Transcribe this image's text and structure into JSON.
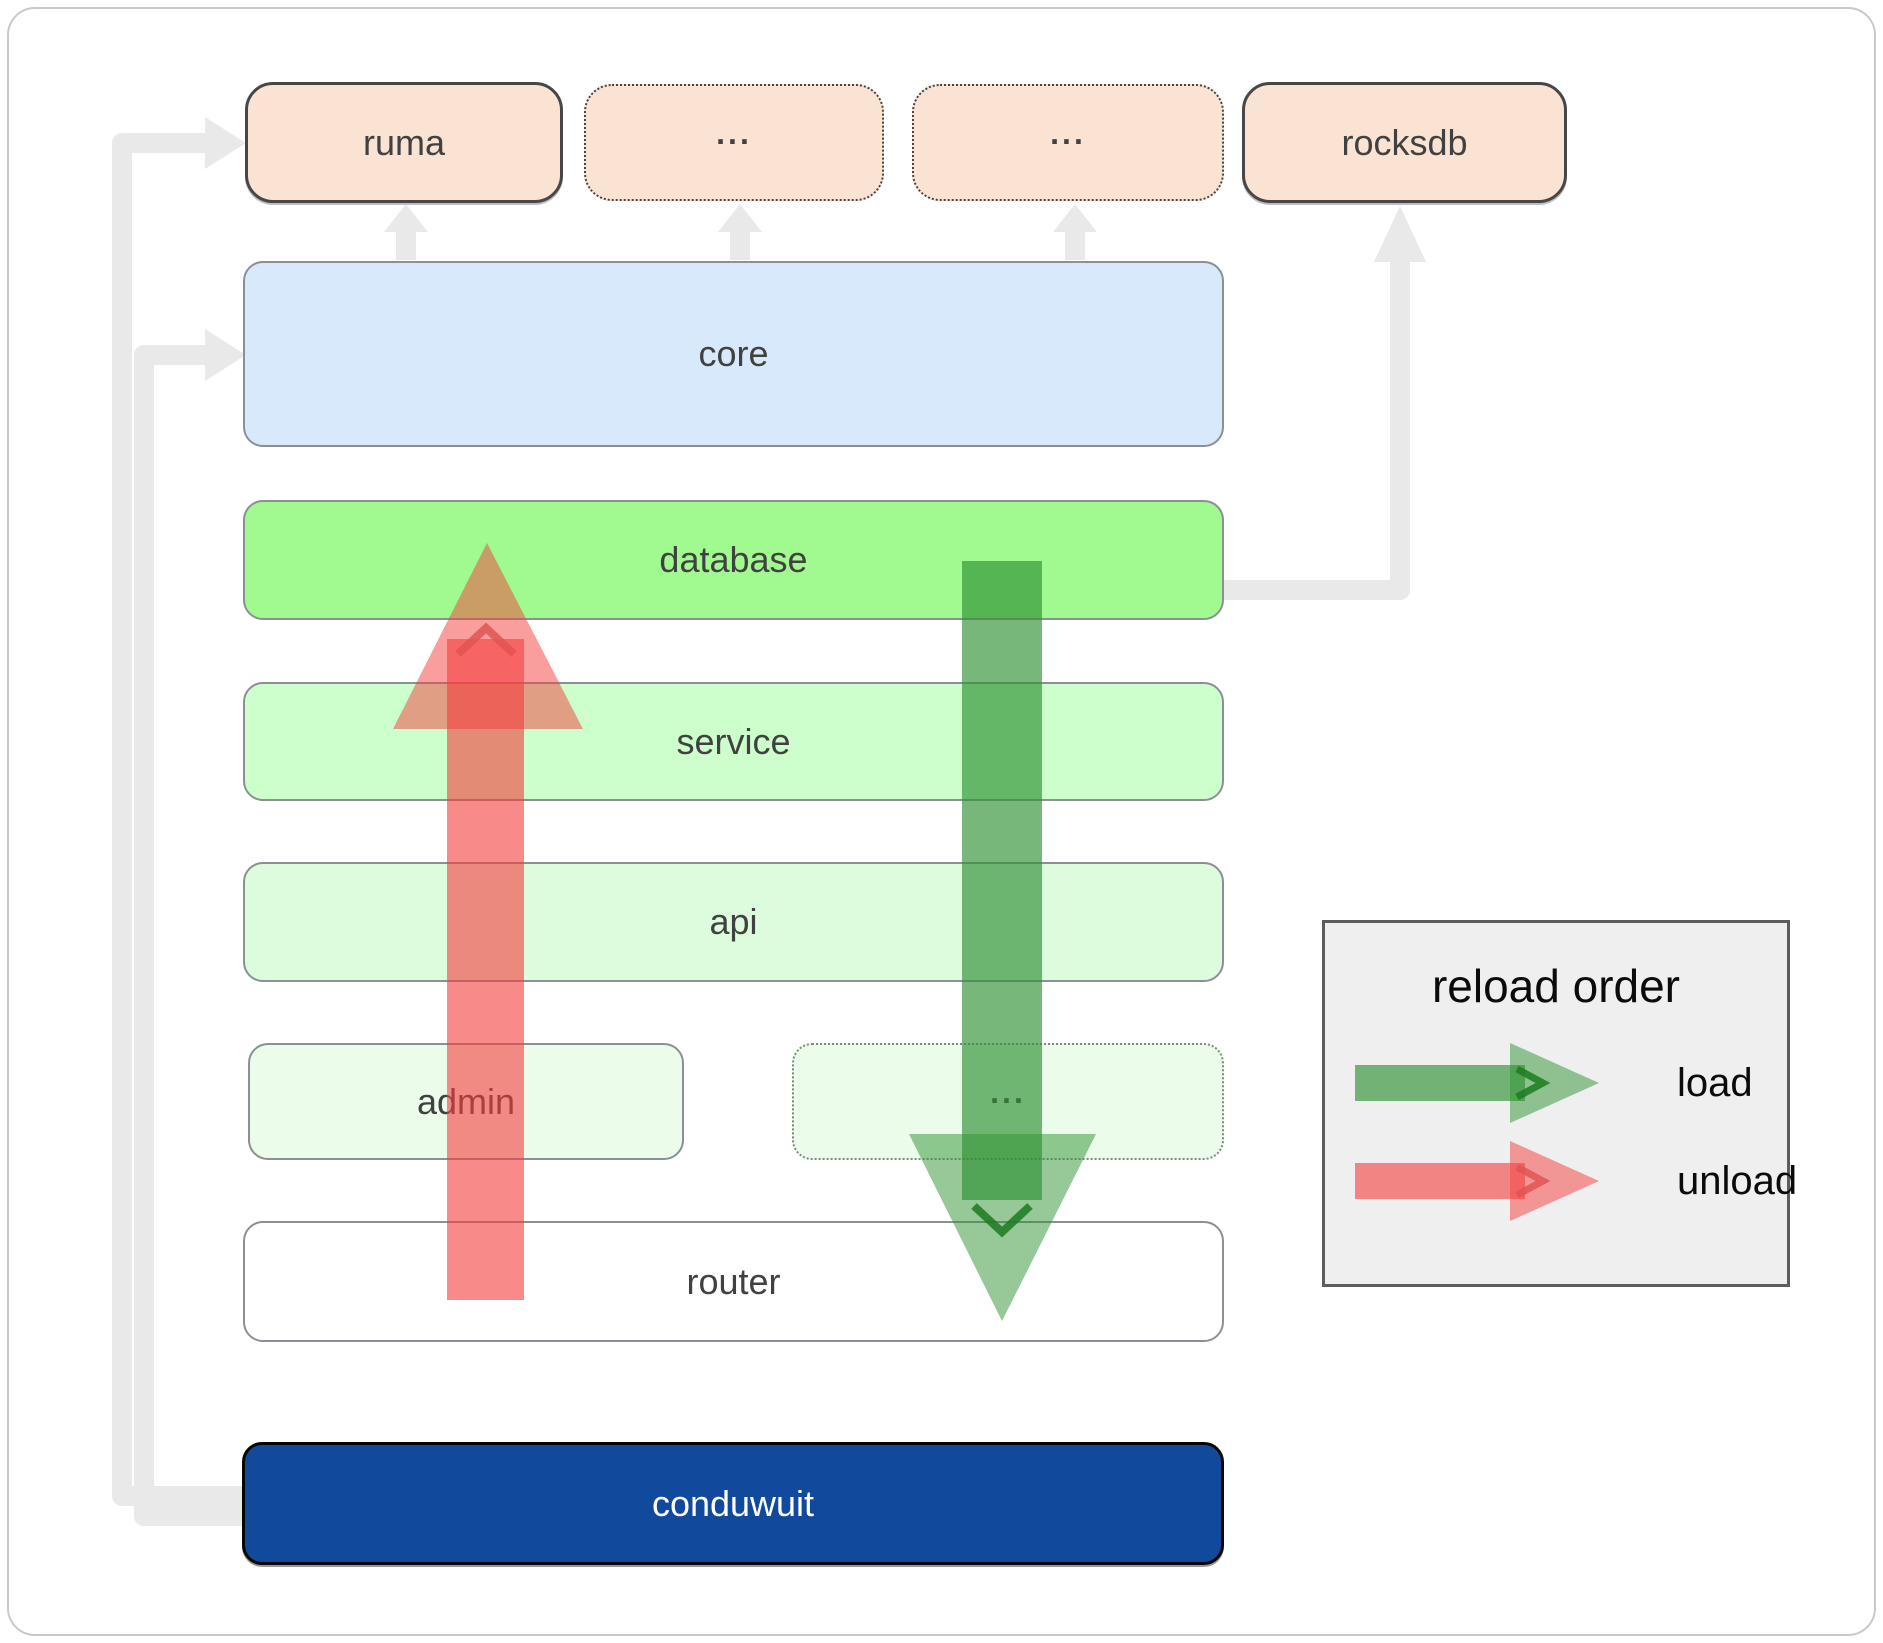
{
  "diagram": {
    "nodes": {
      "ruma": "ruma",
      "crate_more_1": "...",
      "crate_more_2": "...",
      "rocksdb": "rocksdb",
      "core": "core",
      "database": "database",
      "service": "service",
      "api": "api",
      "admin": "admin",
      "service_more": "...",
      "router": "router",
      "conduwuit": "conduwuit"
    },
    "legend": {
      "title": "reload order",
      "load_label": "load",
      "unload_label": "unload"
    },
    "colors": {
      "peach_node": "#fbe3d4",
      "core_blue": "#d7e9fb",
      "database_green": "#a0fa90",
      "service_green": "#ccffcc",
      "api_green": "#ddfcdd",
      "admin_green": "#ebfceb",
      "conduwuit_navy": "#11499c",
      "load_arrow_green": "#2e9132",
      "unload_arrow_red": "#f43e3c",
      "connector_gray": "#e9e9e9"
    }
  }
}
